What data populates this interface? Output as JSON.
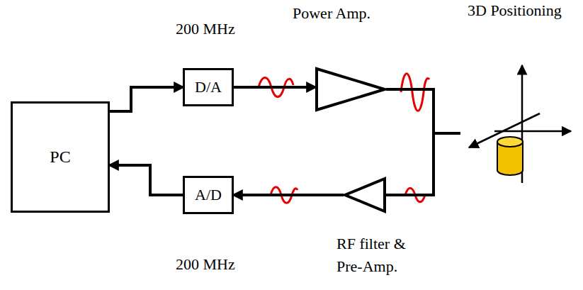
{
  "diagram": {
    "nodes": [
      {
        "text": [
          "PC"
        ]
      },
      {
        "text": [
          "D/A"
        ]
      },
      {
        "text": [
          "A/D"
        ]
      },
      {
        "text": [
          "Power Amp."
        ]
      },
      {
        "text": [
          "RF filter & Pre-Amp."
        ]
      }
    ],
    "edges": [
      {
        "from": 0,
        "to": 1,
        "arrow": "to"
      },
      {
        "from": 1,
        "to": 3,
        "arrow": "to"
      },
      {
        "from": 3,
        "to": 4,
        "arrow": "none"
      },
      {
        "from": 4,
        "to": 2,
        "arrow": "to"
      },
      {
        "from": 2,
        "to": 0,
        "arrow": "to"
      }
    ],
    "labels": [
      "200 MHz",
      "200 MHz",
      "3D Positioning"
    ]
  }
}
